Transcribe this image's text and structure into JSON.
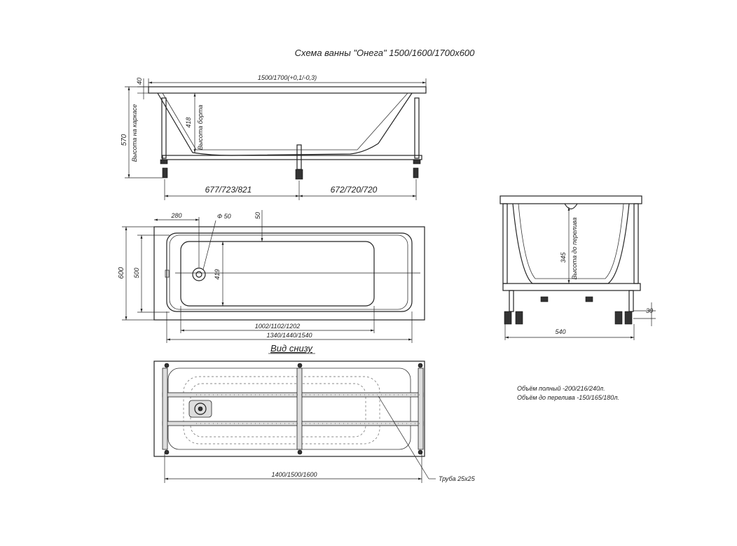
{
  "title": "Схема ванны \"Онега\" 1500/1600/1700х600",
  "side_view": {
    "dim_total_length": "1500/1700(+0,1/-0,3)",
    "dim_rim": "40",
    "dim_height_frame": "570",
    "label_height_frame": "Высота на каркасе",
    "dim_rim_height": "418",
    "label_rim_height": "Высота борта",
    "dim_left_leg": "677/723/821",
    "dim_right_leg": "672/720/720"
  },
  "top_view": {
    "dim_drain_offset": "280",
    "dim_drain_diameter": "Ф 50",
    "dim_rim_width": "50",
    "dim_width_outer": "600",
    "dim_width_inner": "500",
    "dim_bowl_width": "419",
    "dim_bowl_length": "1002/1102/1202",
    "dim_inner_length": "1340/1440/1540"
  },
  "bottom_view": {
    "heading": "Вид снизу",
    "dim_frame_length": "1400/1500/1600",
    "pipe_label": "Труба 25х25"
  },
  "end_view": {
    "dim_overflow_height": "345",
    "label_overflow_height": "Высота до перелива",
    "dim_width": "540",
    "dim_leg": "30"
  },
  "volume_notes": {
    "full": "Объём полный -200/216/240л.",
    "overflow": "Объём до перелива -150/165/180л."
  }
}
